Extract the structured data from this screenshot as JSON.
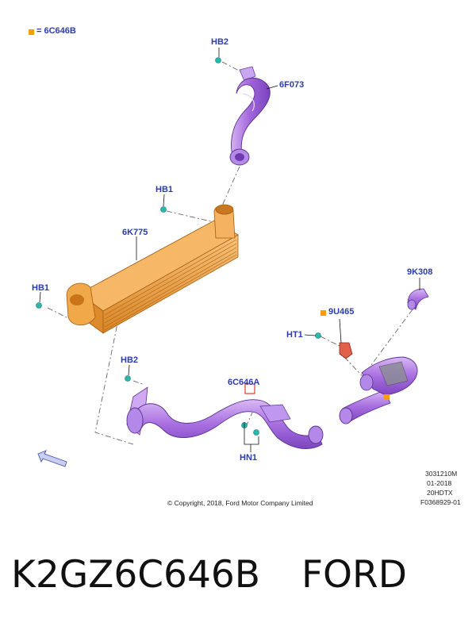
{
  "legend": {
    "marker_color": "#f4a000",
    "text": "= 6C646B"
  },
  "callouts": {
    "hb2_top": "HB2",
    "p_6f073": "6F073",
    "hb1_mid": "HB1",
    "p_6k775": "6K775",
    "hb1_left": "HB1",
    "p_9k308": "9K308",
    "p_9u465": "9U465",
    "ht1": "HT1",
    "hb2_bottom": "HB2",
    "p_6c646a": "6C646A",
    "hn1": "HN1"
  },
  "info_block": [
    "3031210M",
    "01-2018",
    "20HDTX",
    "F0368929-01"
  ],
  "copyright": "© Copyright, 2018, Ford Motor Company Limited",
  "caption": {
    "part_number": "K2GZ6C646B",
    "brand": "FORD"
  },
  "colors": {
    "label_blue": "#2a3bb3",
    "hose_purple": "#a86fe0",
    "intercooler_orange": "#f0a040",
    "fastener_teal": "#29b8b0",
    "sensor_red": "#e0604a",
    "highlight_red": "#e01010"
  }
}
